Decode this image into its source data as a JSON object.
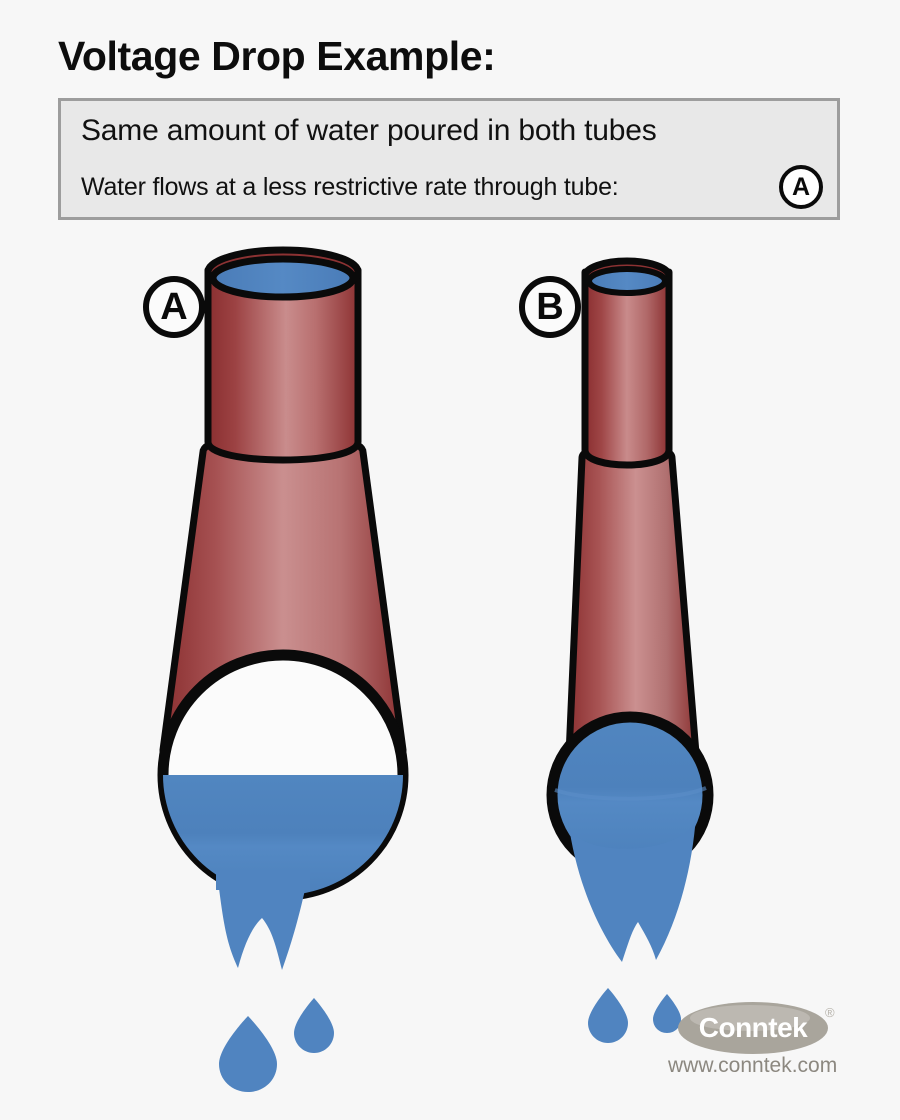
{
  "page": {
    "title": "Voltage Drop Example:",
    "background_color": "#f7f7f7"
  },
  "caption": {
    "line1": "Same amount of water poured in both tubes",
    "line2": "Water flows at a less restrictive rate through tube:",
    "answer_badge": "A",
    "box_fill": "#e8e8e8",
    "box_border": "#9d9d9d"
  },
  "diagram": {
    "type": "water-tube-analogy",
    "water_color": "#4f82bd",
    "tube_color_dark": "#8c3030",
    "tube_color_light": "#cc9090",
    "outline_color": "#0a0a0a",
    "tubes": [
      {
        "id": "tube-a",
        "label": "A",
        "description": "Wide tube, water drains quickly, bottom only half full",
        "bore": "wide",
        "fill_state": "half",
        "flow": "less restrictive",
        "top_water_surface": true,
        "drops": 2
      },
      {
        "id": "tube-b",
        "label": "B",
        "description": "Narrow tube, water drains slowly, bottom completely full",
        "bore": "narrow",
        "fill_state": "full",
        "flow": "more restrictive",
        "top_water_surface": true,
        "drops": 2
      }
    ]
  },
  "logo": {
    "wordmark": "Conntek",
    "registered_mark": "®",
    "url": "www.conntek.com",
    "ellipse_color": "#a9a59c",
    "text_color": "#8c8880"
  }
}
